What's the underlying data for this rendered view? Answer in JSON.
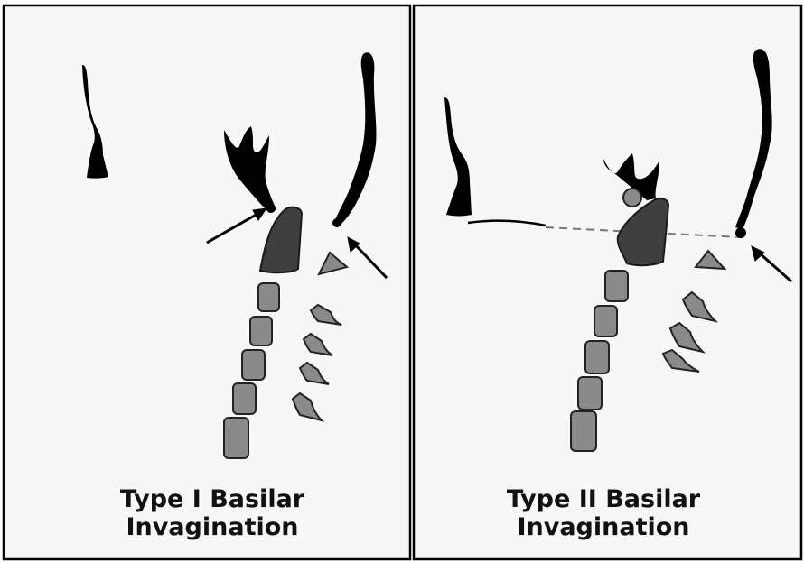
{
  "panels": [
    {
      "caption_line1": "Type I Basilar",
      "caption_line2": "Invagination"
    },
    {
      "caption_line1": "Type II Basilar",
      "caption_line2": "Invagination"
    }
  ],
  "colors": {
    "bone_dark": "#3f3f3f",
    "bone_gray": "#8a8a8a",
    "outline": "#222222",
    "silhouette": "#000000",
    "background": "#f7f7f7",
    "line_dashed": "#777777"
  }
}
